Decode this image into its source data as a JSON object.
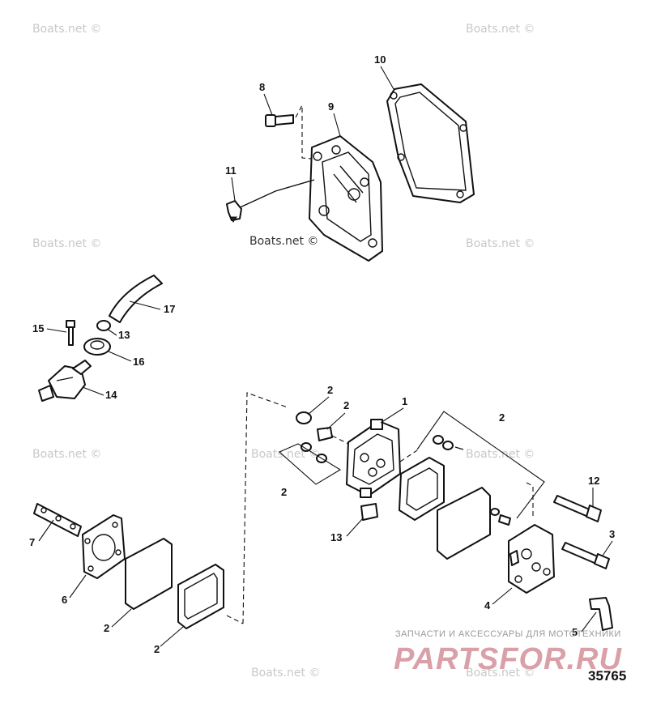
{
  "watermark": {
    "text": "Boats.net ©",
    "color": "#c8c8c8"
  },
  "callouts": [
    {
      "id": "c10",
      "label": "10"
    },
    {
      "id": "c8",
      "label": "8"
    },
    {
      "id": "c9",
      "label": "9"
    },
    {
      "id": "c11",
      "label": "11"
    },
    {
      "id": "c17",
      "label": "17"
    },
    {
      "id": "c15",
      "label": "15"
    },
    {
      "id": "c13a",
      "label": "13"
    },
    {
      "id": "c16",
      "label": "16"
    },
    {
      "id": "c14",
      "label": "14"
    },
    {
      "id": "c2a",
      "label": "2"
    },
    {
      "id": "c2b",
      "label": "2"
    },
    {
      "id": "c1",
      "label": "1"
    },
    {
      "id": "c2c",
      "label": "2"
    },
    {
      "id": "c2d",
      "label": "2"
    },
    {
      "id": "c12",
      "label": "12"
    },
    {
      "id": "c3",
      "label": "3"
    },
    {
      "id": "c13b",
      "label": "13"
    },
    {
      "id": "c7",
      "label": "7"
    },
    {
      "id": "c6",
      "label": "6"
    },
    {
      "id": "c4",
      "label": "4"
    },
    {
      "id": "c2e",
      "label": "2"
    },
    {
      "id": "c5",
      "label": "5"
    },
    {
      "id": "c2f",
      "label": "2"
    }
  ],
  "figure_number": "35765",
  "shop_banner": {
    "subtitle": "ЗАПЧАСТИ И АКСЕССУАРЫ ДЛЯ МОТОТЕХНИКИ",
    "brand": "PARTSFOR.RU",
    "brand_color": "#d9a0a8"
  }
}
